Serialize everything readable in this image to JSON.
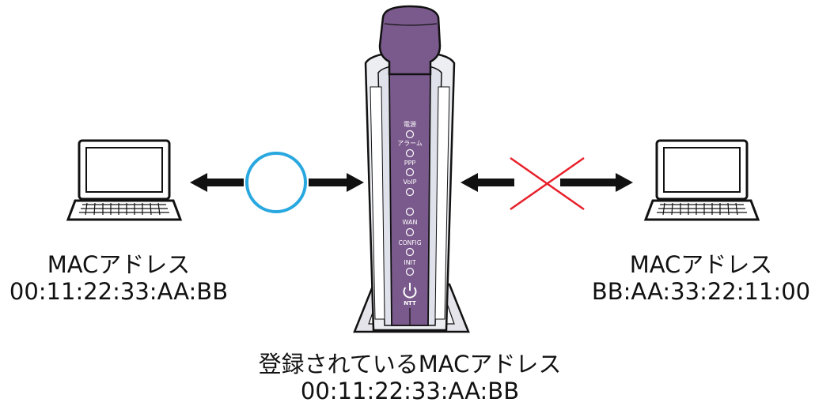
{
  "router": {
    "leds": [
      "電源",
      "アラーム",
      "PPP",
      "VoIP",
      "",
      "WAN",
      "CONFIG",
      "INIT"
    ],
    "brand": "NTT"
  },
  "left_pc": {
    "caption": "MACアドレス",
    "mac": "00:11:22:33:AA:BB"
  },
  "right_pc": {
    "caption": "MACアドレス",
    "mac": "BB:AA:33:22:11:00"
  },
  "registered": {
    "caption": "登録されているMACアドレス",
    "mac": "00:11:22:33:AA:BB"
  },
  "colors": {
    "router_accent": "#7a5a8c",
    "allowed": "#29a8e0",
    "blocked": "#e8202a",
    "arrow": "#111111"
  },
  "status": {
    "left_connection": "allowed",
    "right_connection": "blocked"
  }
}
